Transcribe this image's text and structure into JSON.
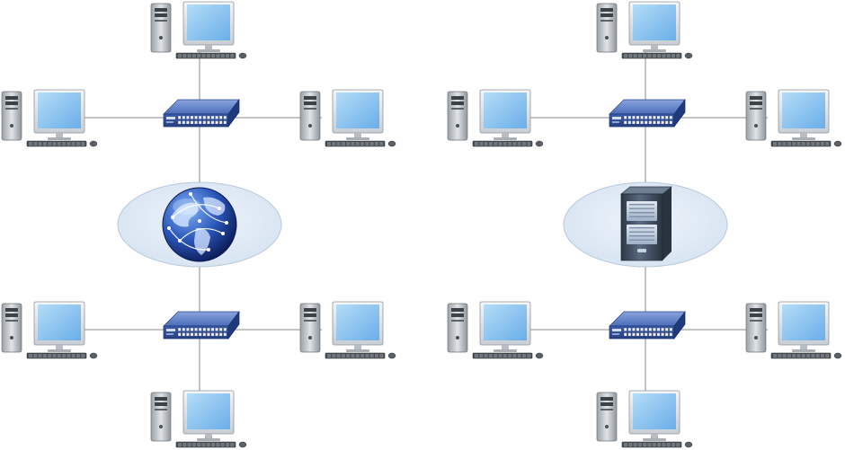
{
  "diagram": {
    "type": "network-topology",
    "icon_names": [
      "desktop-computer-icon",
      "network-switch-icon",
      "internet-globe-icon",
      "server-icon"
    ],
    "networks": [
      {
        "name": "internet-network",
        "hub_icon": "internet-globe-icon",
        "switches": [
          {
            "role": "upper-switch",
            "computers": 3
          },
          {
            "role": "lower-switch",
            "computers": 3
          }
        ]
      },
      {
        "name": "server-network",
        "hub_icon": "server-icon",
        "switches": [
          {
            "role": "upper-switch",
            "computers": 3
          },
          {
            "role": "lower-switch",
            "computers": 3
          }
        ]
      }
    ]
  },
  "colors": {
    "background": "#ffffff",
    "connection_line": "#8a8a8a",
    "hub_ellipse_fill": "#dde8f4",
    "hub_ellipse_stroke": "#b9c8d8",
    "switch_body": "#3a5da6",
    "switch_top": "#6b8ad0",
    "switch_ports": "#e8ecf5",
    "monitor_screen": "#8fc6f1",
    "monitor_frame": "#e9ecef",
    "tower": "#cfd3d7",
    "globe_dark": "#0d1f5e",
    "globe_light": "#5a8fe0",
    "server_body": "#3d4a5a",
    "server_light": "#c7d2e0"
  }
}
